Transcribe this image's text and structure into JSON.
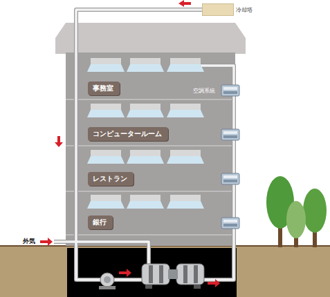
{
  "diagram": {
    "nodes": [
      {
        "text": [
          "冷却塔"
        ]
      },
      {
        "text": [
          "事務室"
        ]
      },
      {
        "text": [
          "コンピュータールーム"
        ]
      },
      {
        "text": [
          "レストラン"
        ]
      },
      {
        "text": [
          "銀行"
        ]
      }
    ],
    "labels": [
      "空調系統",
      "外気"
    ]
  }
}
